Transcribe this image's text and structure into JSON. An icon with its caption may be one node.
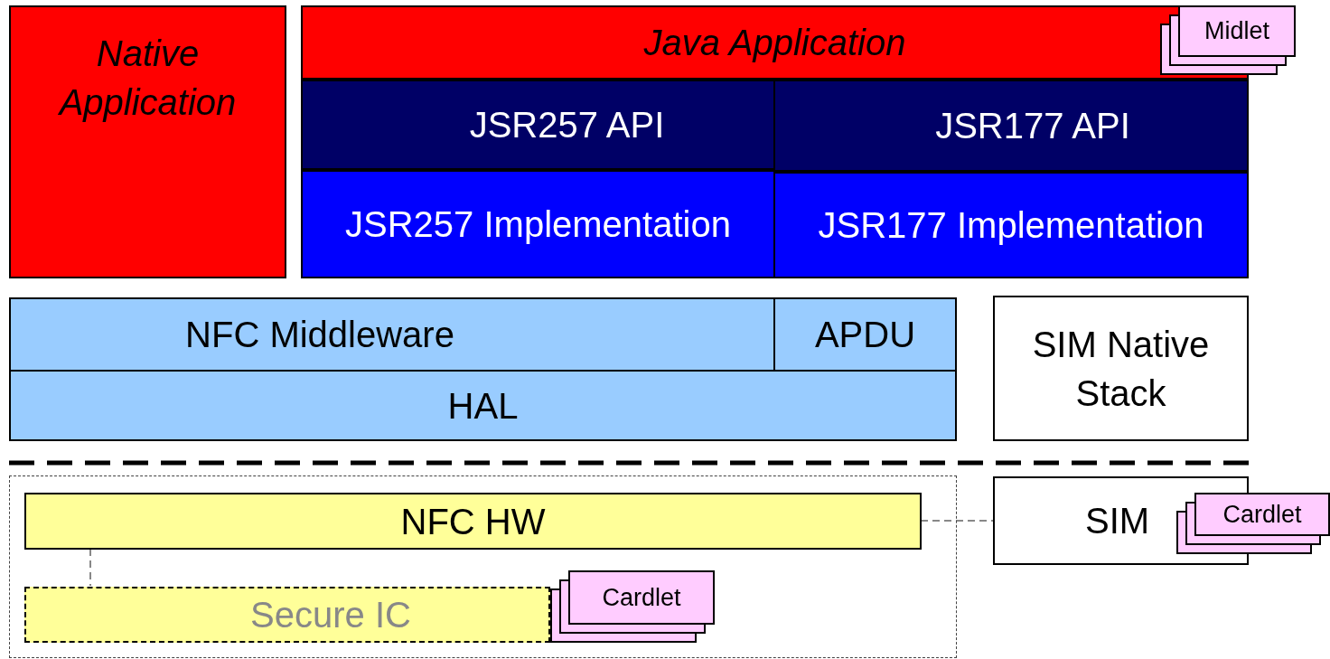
{
  "diagram": {
    "nodes": [
      {
        "text": [
          "Native Application"
        ]
      },
      {
        "text": [
          "Java Application"
        ]
      },
      {
        "text": [
          "Midlet"
        ]
      },
      {
        "text": [
          "JSR257 API"
        ]
      },
      {
        "text": [
          "JSR177 API"
        ]
      },
      {
        "text": [
          "JSR257 Implementation"
        ]
      },
      {
        "text": [
          "JSR177 Implementation"
        ]
      },
      {
        "text": [
          "NFC Middleware"
        ]
      },
      {
        "text": [
          "APDU"
        ]
      },
      {
        "text": [
          "HAL"
        ]
      },
      {
        "text": [
          "SIM Native Stack"
        ]
      },
      {
        "text": [],
        "shape": "box"
      },
      {
        "text": [
          "NFC HW"
        ],
        "in": 11
      },
      {
        "text": [
          "Secure IC"
        ],
        "in": 11
      },
      {
        "text": [
          "Cardlet"
        ],
        "in": 11
      },
      {
        "text": [
          "SIM"
        ]
      },
      {
        "text": [
          "Cardlet"
        ]
      }
    ],
    "edges": [
      {
        "from": 12,
        "to": 15,
        "arrow": "none",
        "style": "dashed"
      },
      {
        "from": 12,
        "to": 13,
        "arrow": "none",
        "style": "dashed"
      }
    ]
  }
}
